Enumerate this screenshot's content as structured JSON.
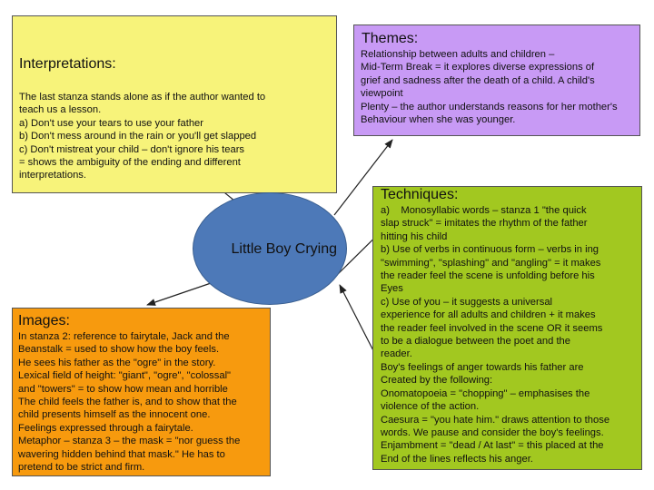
{
  "interpretations": {
    "heading": "Interpretations:",
    "lines": [
      "The last stanza stands alone as if the author wanted to",
      "teach us a lesson.",
      "a) Don't use your tears to use your father",
      "b) Don't mess around in the rain or you'll get slapped",
      "c) Don't mistreat your child – don't ignore his tears",
      "= shows the ambiguity of the ending and different",
      "interpretations."
    ]
  },
  "themes": {
    "heading": "Themes:",
    "lines": [
      "Relationship between adults and children –",
      "Mid-Term Break = it explores diverse expressions of",
      "grief and sadness after the death of a child. A child's",
      "viewpoint",
      "Plenty – the author understands reasons for her mother's",
      "Behaviour when she was younger."
    ]
  },
  "center": {
    "label": "Little Boy Crying"
  },
  "images": {
    "heading": "Images:",
    "lines": [
      "In stanza 2: reference to fairytale, Jack and the",
      "Beanstalk = used to show how the boy feels.",
      "He sees his father as the \"ogre\" in the story.",
      "Lexical field of height: \"giant\", \"ogre\", \"colossal\"",
      "and \"towers\" = to show how mean and horrible",
      "The child feels the father is, and to show that the",
      "child presents himself as the innocent one.",
      "Feelings expressed through a fairytale.",
      "Metaphor – stanza 3 – the mask = \"nor guess the",
      "wavering hidden behind that mask.\" He has to",
      "pretend to be strict and firm."
    ]
  },
  "techniques": {
    "heading": "Techniques:",
    "lines": [
      "a)    Monosyllabic words – stanza 1 \"the quick",
      "slap struck\" = imitates the rhythm of the father",
      "hitting his child",
      "b) Use of verbs in continuous form – verbs in ing",
      "\"swimming\", \"splashing\" and \"angling\" = it makes",
      "the reader feel the scene is unfolding before his",
      "Eyes",
      "c) Use of you – it suggests a universal",
      "experience for all adults and children + it makes",
      "the reader feel involved in the scene OR it seems",
      "to be a dialogue between the poet and the",
      "reader.",
      "Boy's feelings of anger towards his father are",
      "Created by the following:",
      "Onomatopoeia = \"chopping\" – emphasises the",
      "violence of the action.",
      "Caesura = \"you hate him.\" draws attention to those",
      "words. We pause and consider the boy's feelings.",
      "Enjambment = \"dead / At last\" = this placed at the",
      "End of the lines reflects his anger."
    ]
  },
  "colors": {
    "interpretations_fill": "#f7f37a",
    "themes_fill": "#c89af5",
    "images_fill": "#f79a0e",
    "techniques_fill": "#a2c820",
    "center_fill": "#4d79b8"
  }
}
